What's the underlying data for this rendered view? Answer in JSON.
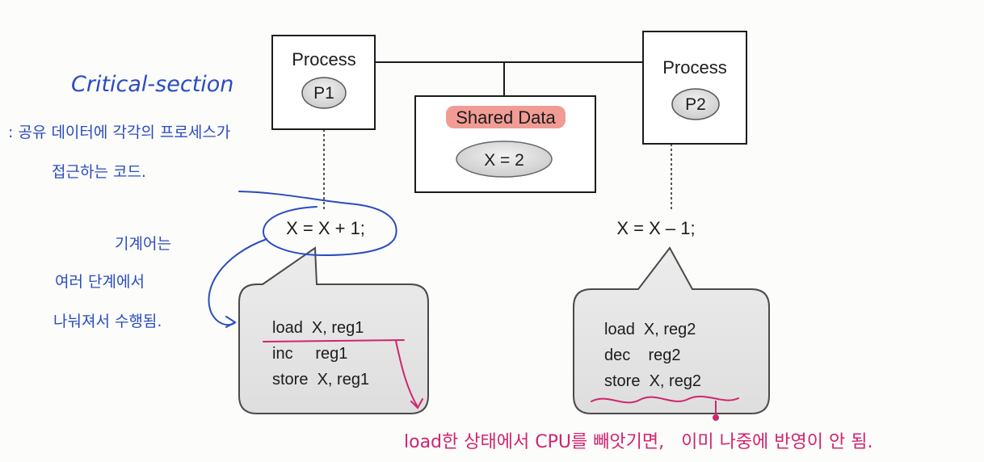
{
  "p1": {
    "title": "Process",
    "pill": "P1",
    "statement": "X = X + 1;",
    "code": [
      "load  X, reg1",
      "inc     reg1",
      "store  X, reg1"
    ]
  },
  "p2": {
    "title": "Process",
    "pill": "P2",
    "statement": "X = X – 1;",
    "code": [
      "load  X, reg2",
      "dec    reg2",
      "store  X, reg2"
    ]
  },
  "shared": {
    "title": "Shared Data",
    "value": "X = 2"
  },
  "annotations": {
    "critical_title": "Critical-section",
    "critical_desc_line1": ": 공유 데이터에 각각의 프로세스가",
    "critical_desc_line2": "접근하는 코드.",
    "machine_line1": "기계어는",
    "machine_line2": "여러 단계에서",
    "machine_line3": "나눠져서 수행됨.",
    "bottom_note": "load한 상태에서 CPU를 빼앗기면,   이미 나중에 반영이 안 됨."
  },
  "colors": {
    "ink_blue": "#2a4cc0",
    "ink_pink": "#d1246f",
    "highlight": "#f09c94"
  }
}
